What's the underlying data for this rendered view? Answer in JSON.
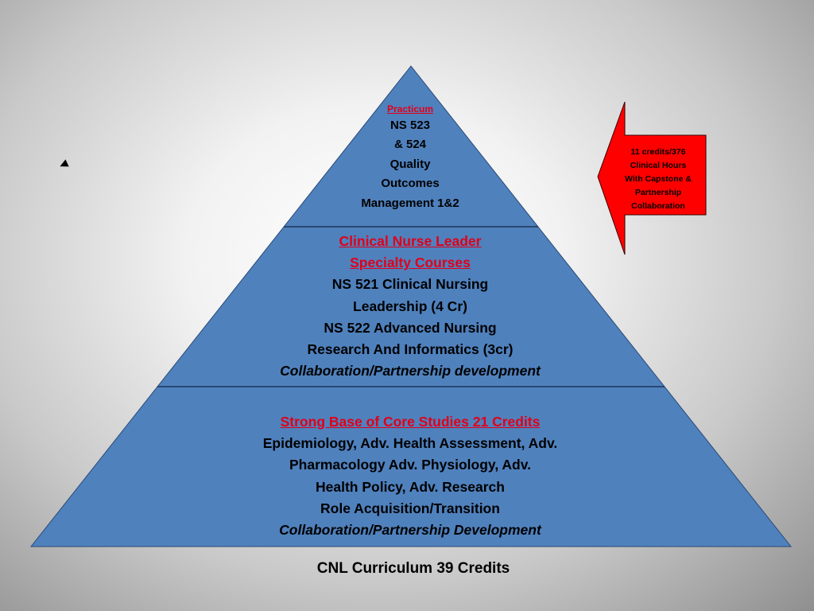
{
  "pyramid": {
    "top": {
      "header": "Practicum",
      "lines": [
        "NS 523",
        "& 524",
        "Quality",
        "Outcomes",
        "Management 1&2"
      ]
    },
    "middle": {
      "header_lines": [
        "Clinical Nurse Leader",
        "Specialty Courses"
      ],
      "lines": [
        "NS 521 Clinical Nursing",
        "Leadership (4 Cr)",
        "NS 522 Advanced Nursing",
        "Research And Informatics (3cr)"
      ],
      "italic_line": "Collaboration/Partnership development"
    },
    "base": {
      "header": "Strong Base of Core Studies 21 Credits",
      "lines": [
        "Epidemiology, Adv. Health Assessment, Adv.",
        "Pharmacology Adv. Physiology, Adv.",
        "Health Policy, Adv. Research",
        "Role Acquisition/Transition"
      ],
      "italic_line": "Collaboration/Partnership Development"
    }
  },
  "callout": {
    "lines": [
      "11 credits/376",
      "Clinical Hours",
      "With Capstone &",
      "Partnership",
      "Collaboration"
    ],
    "color": "#ff0000"
  },
  "caption": "CNL Curriculum 39 Credits",
  "colors": {
    "pyramid_fill": "#4f81bd",
    "header_text": "#e0001a"
  }
}
